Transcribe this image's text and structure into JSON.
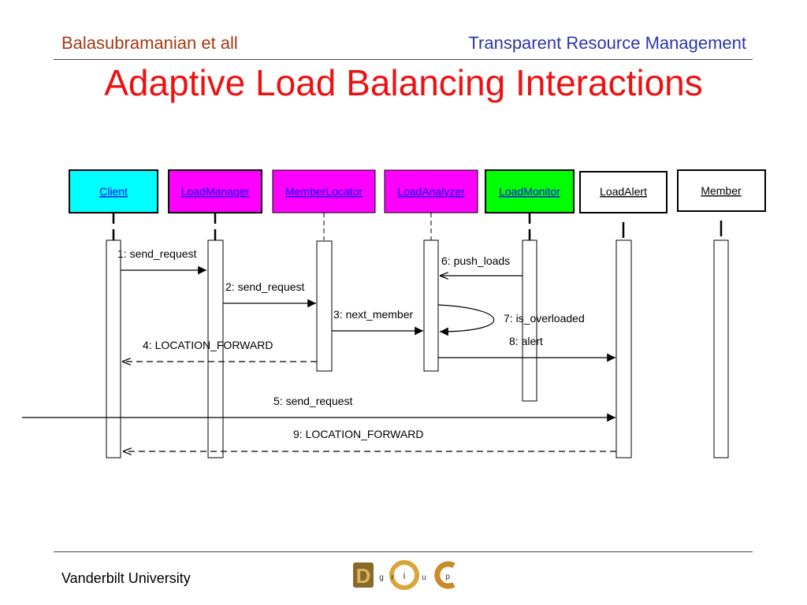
{
  "header": {
    "left": "Balasubramanian et all",
    "right": "Transparent Resource Management"
  },
  "title": "Adaptive Load Balancing Interactions",
  "footer": {
    "institution": "Vanderbilt University"
  },
  "logo": {
    "letters": [
      "D",
      "O",
      "C"
    ],
    "small": [
      "g",
      "r",
      "i",
      "u",
      "p"
    ]
  },
  "objects": [
    {
      "id": "client",
      "label": "Client",
      "color": "#00ffff"
    },
    {
      "id": "loadmanager",
      "label": "LoadManager",
      "color": "#ff00ff"
    },
    {
      "id": "memberlocator",
      "label": "MemberLocator",
      "color": "#ff00ff"
    },
    {
      "id": "loadanalyzer",
      "label": "LoadAnalyzer",
      "color": "#ff00ff"
    },
    {
      "id": "loadmonitor",
      "label": "LoadMonitor",
      "color": "#00ff00"
    },
    {
      "id": "loadalert",
      "label": "LoadAlert",
      "color": "#ffffff"
    },
    {
      "id": "member",
      "label": "Member",
      "color": "#ffffff"
    }
  ],
  "messages": [
    {
      "id": "m1",
      "label": "1: send_request",
      "from": "client",
      "to": "loadmanager",
      "style": "sync"
    },
    {
      "id": "m2",
      "label": "2: send_request",
      "from": "loadmanager",
      "to": "memberlocator",
      "style": "sync"
    },
    {
      "id": "m3",
      "label": "3: next_member",
      "from": "memberlocator",
      "to": "loadanalyzer",
      "style": "sync"
    },
    {
      "id": "m4",
      "label": "4: LOCATION_FORWARD",
      "from": "memberlocator",
      "to": "client",
      "style": "return"
    },
    {
      "id": "m5",
      "label": "5: send_request",
      "from": "external",
      "to": "loadalert",
      "style": "sync"
    },
    {
      "id": "m6",
      "label": "6: push_loads",
      "from": "loadmonitor",
      "to": "loadanalyzer",
      "style": "async"
    },
    {
      "id": "m7",
      "label": "7: is_overloaded",
      "from": "loadanalyzer",
      "to": "loadanalyzer",
      "style": "self"
    },
    {
      "id": "m8",
      "label": "8: alert",
      "from": "loadanalyzer",
      "to": "loadalert",
      "style": "sync"
    },
    {
      "id": "m9",
      "label": "9: LOCATION_FORWARD",
      "from": "loadalert",
      "to": "client",
      "style": "return"
    }
  ]
}
